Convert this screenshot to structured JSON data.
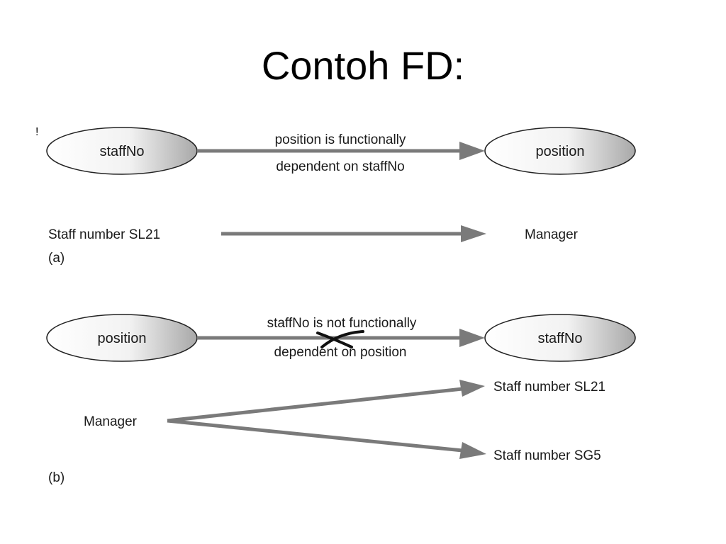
{
  "slide": {
    "title": "Contoh FD:",
    "stray_mark": "!"
  },
  "diagram_a": {
    "left_node": "staffNo",
    "right_node": "position",
    "label_line1": "position is functionally",
    "label_line2": "dependent on staffNo",
    "example_left": "Staff number SL21",
    "example_right": "Manager",
    "caption": "(a)"
  },
  "diagram_b": {
    "left_node": "position",
    "right_node": "staffNo",
    "label_line1": "staffNo is not functionally",
    "label_line2": "dependent on position",
    "example_source": "Manager",
    "example_target_1": "Staff number SL21",
    "example_target_2": "Staff number SG5",
    "caption": "(b)"
  },
  "colors": {
    "arrow": "#7a7a7a",
    "ellipse_fill_start": "#ffffff",
    "ellipse_fill_end": "#a8a8a8",
    "ellipse_stroke": "#222222",
    "cross": "#111111"
  },
  "icons": {
    "arrow_head": "triangle-arrowhead",
    "not_dependent_mark": "x-cross-mark"
  }
}
